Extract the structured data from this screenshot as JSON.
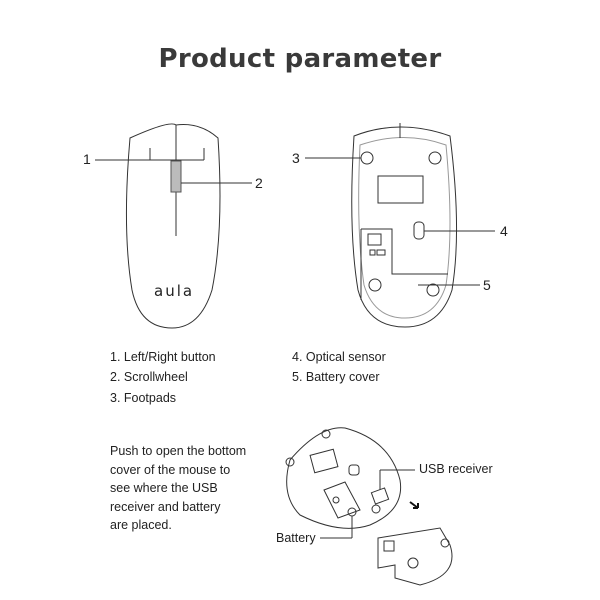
{
  "title": "Product parameter",
  "brand_logo": "aula",
  "callouts": [
    "1",
    "2",
    "3",
    "4",
    "5"
  ],
  "legend_left": [
    "1. Left/Right button",
    "2. Scrollwheel",
    "3. Footpads"
  ],
  "legend_right": [
    "4. Optical sensor",
    "5. Battery cover"
  ],
  "instructions": [
    "Push to open the bottom",
    "cover of the mouse to",
    "see where the USB",
    "receiver and battery",
    "are placed."
  ],
  "exploded_labels": {
    "usb": "USB receiver",
    "battery": "Battery"
  }
}
